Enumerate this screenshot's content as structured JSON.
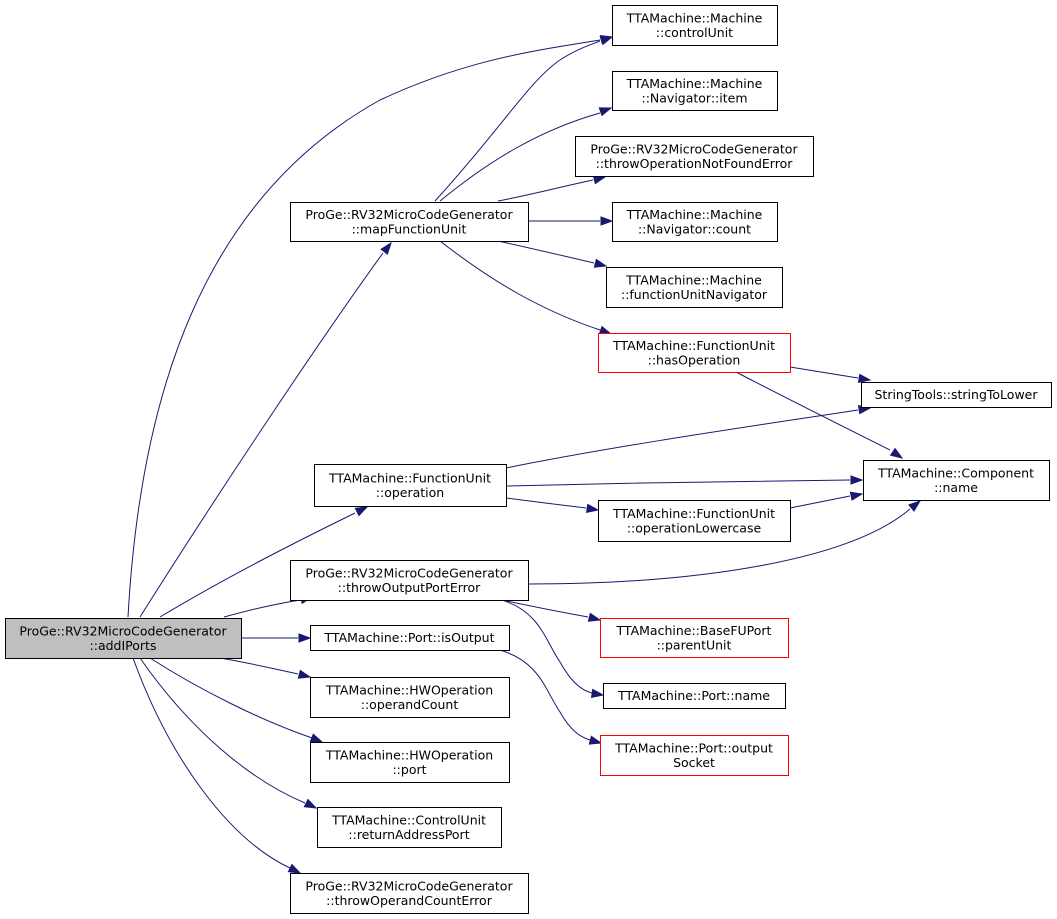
{
  "colors": {
    "edge": "#191970",
    "root_fill": "#bfbfbf",
    "node_border": "#000000",
    "incomplete_border": "#ff0000"
  },
  "nodes": {
    "addIPorts": {
      "line1": "ProGe::RV32MicroCodeGenerator",
      "line2": "::addIPorts"
    },
    "mapFunctionUnit": {
      "line1": "ProGe::RV32MicroCodeGenerator",
      "line2": "::mapFunctionUnit"
    },
    "controlUnit": {
      "line1": "TTAMachine::Machine",
      "line2": "::controlUnit"
    },
    "navItem": {
      "line1": "TTAMachine::Machine",
      "line2": "::Navigator::item"
    },
    "throwOpNotFound": {
      "line1": "ProGe::RV32MicroCodeGenerator",
      "line2": "::throwOperationNotFoundError"
    },
    "navCount": {
      "line1": "TTAMachine::Machine",
      "line2": "::Navigator::count"
    },
    "fuNavigator": {
      "line1": "TTAMachine::Machine",
      "line2": "::functionUnitNavigator"
    },
    "hasOperation": {
      "line1": "TTAMachine::FunctionUnit",
      "line2": "::hasOperation"
    },
    "stringToLower": {
      "line1": "StringTools::stringToLower"
    },
    "operation": {
      "line1": "TTAMachine::FunctionUnit",
      "line2": "::operation"
    },
    "componentName": {
      "line1": "TTAMachine::Component",
      "line2": "::name"
    },
    "operationLowercase": {
      "line1": "TTAMachine::FunctionUnit",
      "line2": "::operationLowercase"
    },
    "throwOutputPort": {
      "line1": "ProGe::RV32MicroCodeGenerator",
      "line2": "::throwOutputPortError"
    },
    "parentUnit": {
      "line1": "TTAMachine::BaseFUPort",
      "line2": "::parentUnit"
    },
    "isOutput": {
      "line1": "TTAMachine::Port::isOutput"
    },
    "portName": {
      "line1": "TTAMachine::Port::name"
    },
    "operandCount": {
      "line1": "TTAMachine::HWOperation",
      "line2": "::operandCount"
    },
    "outputSocket": {
      "line1": "TTAMachine::Port::output",
      "line2": "Socket"
    },
    "hwPort": {
      "line1": "TTAMachine::HWOperation",
      "line2": "::port"
    },
    "returnAddressPort": {
      "line1": "TTAMachine::ControlUnit",
      "line2": "::returnAddressPort"
    },
    "throwOperandCount": {
      "line1": "ProGe::RV32MicroCodeGenerator",
      "line2": "::throwOperandCountError"
    }
  }
}
